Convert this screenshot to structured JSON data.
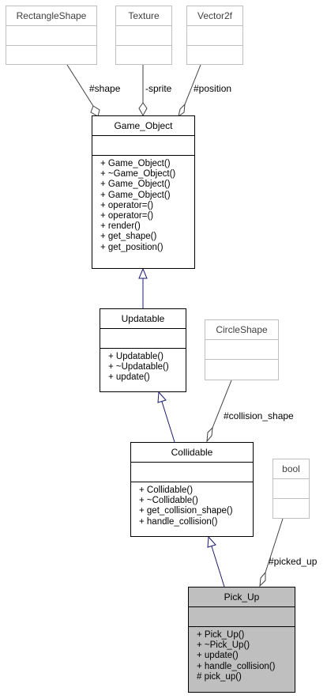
{
  "diagram": {
    "colors": {
      "border": "#000000",
      "external_border": "#bfbfbf",
      "focus_fill": "#bfbfbf",
      "inheritance_edge": "#191970",
      "association_edge": "#404040"
    },
    "classes": {
      "rectangle_shape": {
        "name": "RectangleShape"
      },
      "texture": {
        "name": "Texture"
      },
      "vector2f": {
        "name": "Vector2f"
      },
      "circle_shape": {
        "name": "CircleShape"
      },
      "bool": {
        "name": "bool"
      },
      "game_object": {
        "name": "Game_Object",
        "methods": [
          "+ Game_Object()",
          "+ ~Game_Object()",
          "+ Game_Object()",
          "+ Game_Object()",
          "+ operator=()",
          "+ operator=()",
          "+ render()",
          "+ get_shape()",
          "+ get_position()"
        ]
      },
      "updatable": {
        "name": "Updatable",
        "methods": [
          "+ Updatable()",
          "+ ~Updatable()",
          "+ update()"
        ]
      },
      "collidable": {
        "name": "Collidable",
        "methods": [
          "+ Collidable()",
          "+ ~Collidable()",
          "+ get_collision_shape()",
          "+ handle_collision()"
        ]
      },
      "pick_up": {
        "name": "Pick_Up",
        "methods": [
          "+ Pick_Up()",
          "+ ~Pick_Up()",
          "+ update()",
          "+ handle_collision()",
          "# pick_up()"
        ]
      }
    },
    "edge_labels": {
      "shape": "#shape",
      "sprite": "-sprite",
      "position": "#position",
      "collision_shape": "#collision_shape",
      "picked_up": "#picked_up"
    }
  }
}
